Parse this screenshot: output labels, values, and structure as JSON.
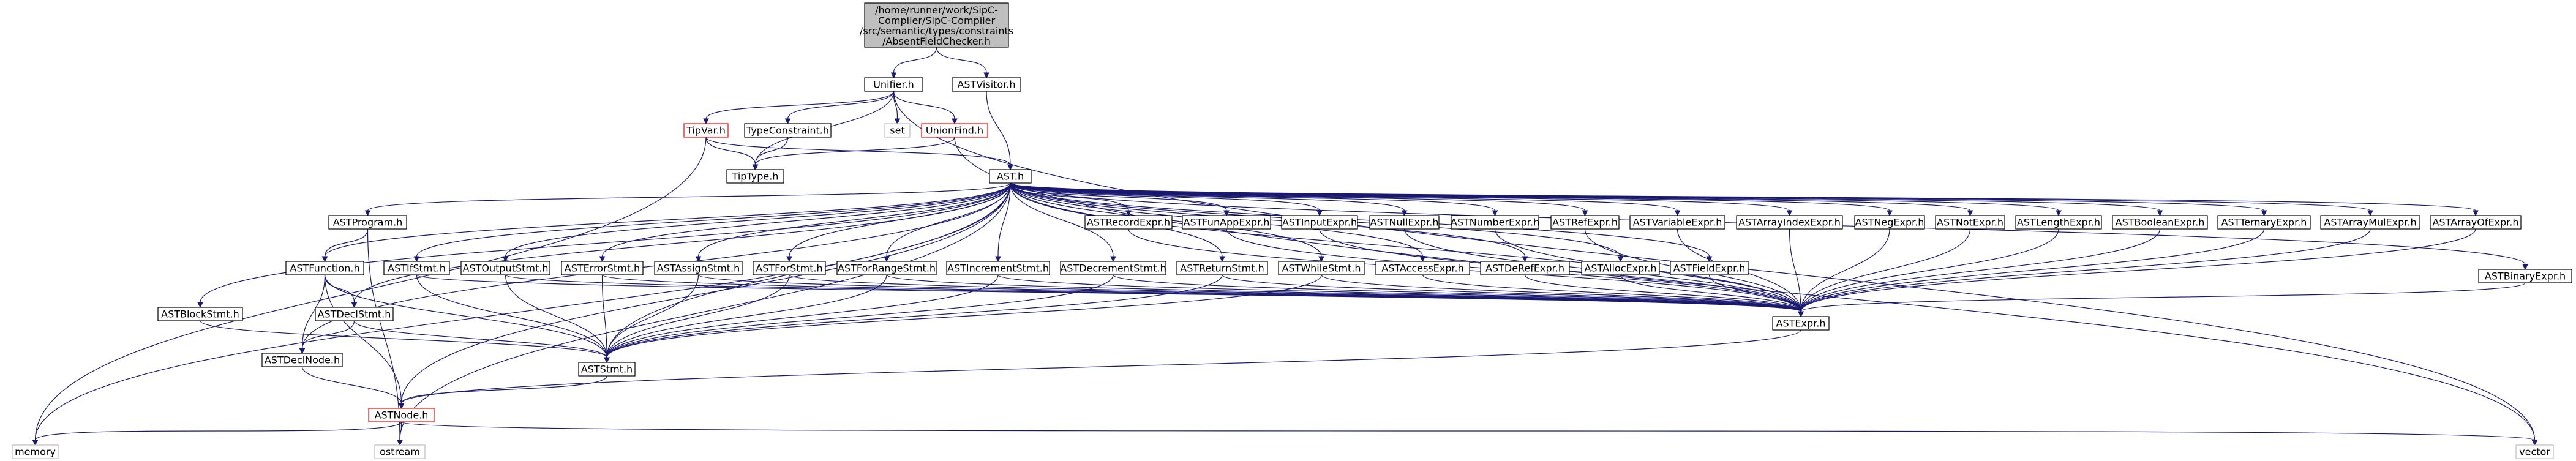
{
  "root": {
    "label_lines": [
      "/home/runner/work/SipC-",
      "Compiler/SipC-Compiler",
      "/src/semantic/types/constraints",
      "/AbsentFieldChecker.h"
    ]
  },
  "nodes": [
    {
      "id": "unifier",
      "label": "Unifier.h",
      "style": "normal"
    },
    {
      "id": "astvisitor",
      "label": "ASTVisitor.h",
      "style": "normal"
    },
    {
      "id": "tipvar",
      "label": "TipVar.h",
      "style": "red"
    },
    {
      "id": "typeconstraint",
      "label": "TypeConstraint.h",
      "style": "normal"
    },
    {
      "id": "set",
      "label": "set",
      "style": "external"
    },
    {
      "id": "unionfind",
      "label": "UnionFind.h",
      "style": "red"
    },
    {
      "id": "tiptype",
      "label": "TipType.h",
      "style": "normal"
    },
    {
      "id": "ast",
      "label": "AST.h",
      "style": "normal"
    },
    {
      "id": "astprogram",
      "label": "ASTProgram.h",
      "style": "normal"
    },
    {
      "id": "astrecordexpr",
      "label": "ASTRecordExpr.h",
      "style": "normal"
    },
    {
      "id": "astfunappexpr",
      "label": "ASTFunAppExpr.h",
      "style": "normal"
    },
    {
      "id": "astinputexpr",
      "label": "ASTInputExpr.h",
      "style": "normal"
    },
    {
      "id": "astnullexpr",
      "label": "ASTNullExpr.h",
      "style": "normal"
    },
    {
      "id": "astnumberexpr",
      "label": "ASTNumberExpr.h",
      "style": "normal"
    },
    {
      "id": "astrefexpr",
      "label": "ASTRefExpr.h",
      "style": "normal"
    },
    {
      "id": "astvariableexpr",
      "label": "ASTVariableExpr.h",
      "style": "normal"
    },
    {
      "id": "astarrayindexexpr",
      "label": "ASTArrayIndexExpr.h",
      "style": "normal"
    },
    {
      "id": "astnegexpr",
      "label": "ASTNegExpr.h",
      "style": "normal"
    },
    {
      "id": "astnotexpr",
      "label": "ASTNotExpr.h",
      "style": "normal"
    },
    {
      "id": "astlengthexpr",
      "label": "ASTLengthExpr.h",
      "style": "normal"
    },
    {
      "id": "astbooleanexpr",
      "label": "ASTBooleanExpr.h",
      "style": "normal"
    },
    {
      "id": "astternaryexpr",
      "label": "ASTTernaryExpr.h",
      "style": "normal"
    },
    {
      "id": "astarraymulexpr",
      "label": "ASTArrayMulExpr.h",
      "style": "normal"
    },
    {
      "id": "astarrayofexpr",
      "label": "ASTArrayOfExpr.h",
      "style": "normal"
    },
    {
      "id": "astfunction",
      "label": "ASTFunction.h",
      "style": "normal"
    },
    {
      "id": "astifstmt",
      "label": "ASTIfStmt.h",
      "style": "normal"
    },
    {
      "id": "astoutputstmt",
      "label": "ASTOutputStmt.h",
      "style": "normal"
    },
    {
      "id": "asterrorstmt",
      "label": "ASTErrorStmt.h",
      "style": "normal"
    },
    {
      "id": "astassignstmt",
      "label": "ASTAssignStmt.h",
      "style": "normal"
    },
    {
      "id": "astforstmt",
      "label": "ASTForStmt.h",
      "style": "normal"
    },
    {
      "id": "astforrangestmt",
      "label": "ASTForRangeStmt.h",
      "style": "normal"
    },
    {
      "id": "astincrementstmt",
      "label": "ASTIncrementStmt.h",
      "style": "normal"
    },
    {
      "id": "astdecrementstmt",
      "label": "ASTDecrementStmt.h",
      "style": "normal"
    },
    {
      "id": "astreturnstmt",
      "label": "ASTReturnStmt.h",
      "style": "normal"
    },
    {
      "id": "astwhilestmt",
      "label": "ASTWhileStmt.h",
      "style": "normal"
    },
    {
      "id": "astaccessexpr",
      "label": "ASTAccessExpr.h",
      "style": "normal"
    },
    {
      "id": "astderefexpr",
      "label": "ASTDeRefExpr.h",
      "style": "normal"
    },
    {
      "id": "astallocexpr",
      "label": "ASTAllocExpr.h",
      "style": "normal"
    },
    {
      "id": "astfieldexpr",
      "label": "ASTFieldExpr.h",
      "style": "normal"
    },
    {
      "id": "astbinaryexpr",
      "label": "ASTBinaryExpr.h",
      "style": "normal"
    },
    {
      "id": "astdeclstmt",
      "label": "ASTDeclStmt.h",
      "style": "normal"
    },
    {
      "id": "astblockstmt",
      "label": "ASTBlockStmt.h",
      "style": "normal"
    },
    {
      "id": "astexpr",
      "label": "ASTExpr.h",
      "style": "normal"
    },
    {
      "id": "astdeclnode",
      "label": "ASTDeclNode.h",
      "style": "normal"
    },
    {
      "id": "aststmt",
      "label": "ASTStmt.h",
      "style": "normal"
    },
    {
      "id": "astnode",
      "label": "ASTNode.h",
      "style": "red"
    },
    {
      "id": "memory",
      "label": "memory",
      "style": "external"
    },
    {
      "id": "ostream",
      "label": "ostream",
      "style": "external"
    },
    {
      "id": "vector",
      "label": "vector",
      "style": "external"
    }
  ],
  "colors": {
    "edge": "#191970",
    "root_fill": "#bfbfbf",
    "node_border": "#000000",
    "red_border": "#ff0000",
    "external_border": "#bfbfbf"
  }
}
